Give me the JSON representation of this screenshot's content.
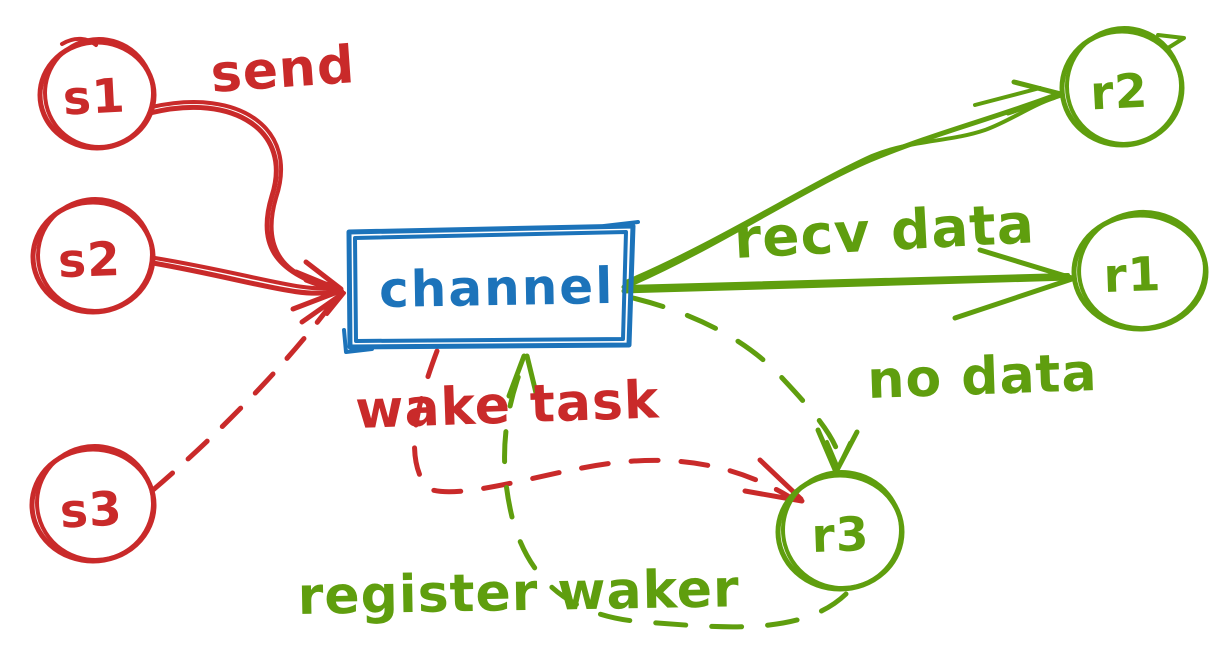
{
  "diagram": {
    "kind": "hand-drawn channel diagram",
    "background": "#ffffff"
  },
  "colors": {
    "sender": "#c92a2a",
    "receiver": "#5f9e0e",
    "channel": "#1c73ba"
  },
  "nodes": {
    "senders": [
      {
        "id": "s1",
        "label": "s1"
      },
      {
        "id": "s2",
        "label": "s2"
      },
      {
        "id": "s3",
        "label": "s3"
      }
    ],
    "channel": {
      "label": "channel"
    },
    "receivers": [
      {
        "id": "r1",
        "label": "r1"
      },
      {
        "id": "r2",
        "label": "r2"
      },
      {
        "id": "r3",
        "label": "r3"
      }
    ]
  },
  "edge_labels": {
    "send": "send",
    "recv_data": "recv data",
    "no_data": "no data",
    "wake_task": "wake task",
    "register_waker": "register waker"
  }
}
